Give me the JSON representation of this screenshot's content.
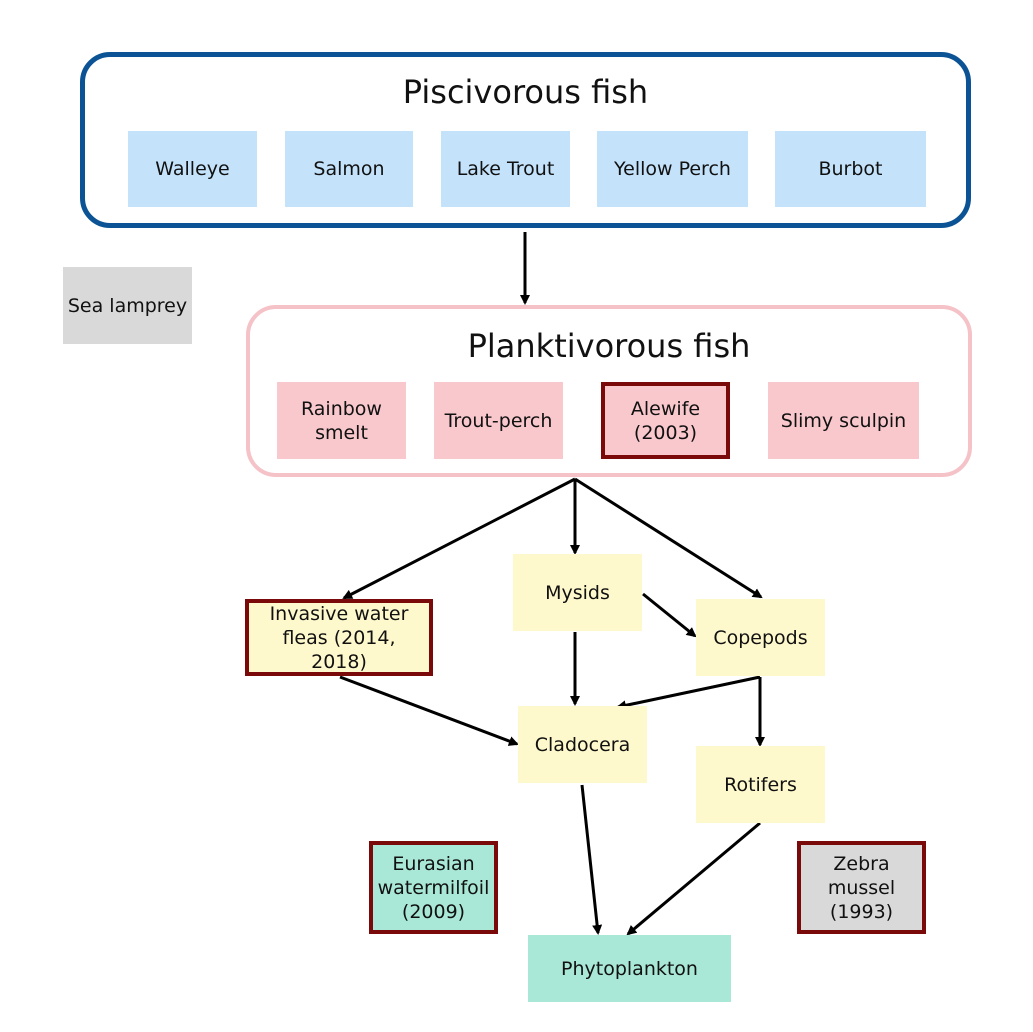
{
  "groups": {
    "piscivorous": {
      "title": "Piscivorous fish",
      "members": [
        "Walleye",
        "Salmon",
        "Lake Trout",
        "Yellow Perch",
        "Burbot"
      ]
    },
    "planktivorous": {
      "title": "Planktivorous fish",
      "members": [
        "Rainbow smelt",
        "Trout-perch",
        "Alewife (2003)",
        "Slimy sculpin"
      ]
    }
  },
  "nodes": {
    "sea_lamprey": "Sea lamprey",
    "invasive_water_fleas": "Invasive water fleas (2014, 2018)",
    "mysids": "Mysids",
    "copepods": "Copepods",
    "cladocera": "Cladocera",
    "rotifers": "Rotifers",
    "eurasian_watermilfoil": "Eurasian watermilfoil (2009)",
    "zebra_mussel": "Zebra mussel (1993)",
    "phytoplankton": "Phytoplankton"
  },
  "edges": [
    {
      "from": "Piscivorous fish",
      "to": "Planktivorous fish"
    },
    {
      "from": "Planktivorous fish",
      "to": "Invasive water fleas (2014, 2018)"
    },
    {
      "from": "Planktivorous fish",
      "to": "Mysids"
    },
    {
      "from": "Planktivorous fish",
      "to": "Copepods"
    },
    {
      "from": "Mysids",
      "to": "Copepods"
    },
    {
      "from": "Mysids",
      "to": "Cladocera"
    },
    {
      "from": "Copepods",
      "to": "Cladocera"
    },
    {
      "from": "Copepods",
      "to": "Rotifers"
    },
    {
      "from": "Invasive water fleas (2014, 2018)",
      "to": "Cladocera"
    },
    {
      "from": "Cladocera",
      "to": "Phytoplankton"
    },
    {
      "from": "Rotifers",
      "to": "Phytoplankton"
    }
  ],
  "colors": {
    "piscivorous_border": "#0b5394",
    "piscivorous_fill": "#c4e3fb",
    "planktivorous_border": "#f4c2c7",
    "planktivorous_fill": "#f9c8cd",
    "zooplankton_fill": "#fef9cc",
    "plant_fill": "#a9e8d6",
    "grey_fill": "#d9d9d9",
    "invasive_border": "#7a0a0a",
    "arrow": "#000000"
  }
}
